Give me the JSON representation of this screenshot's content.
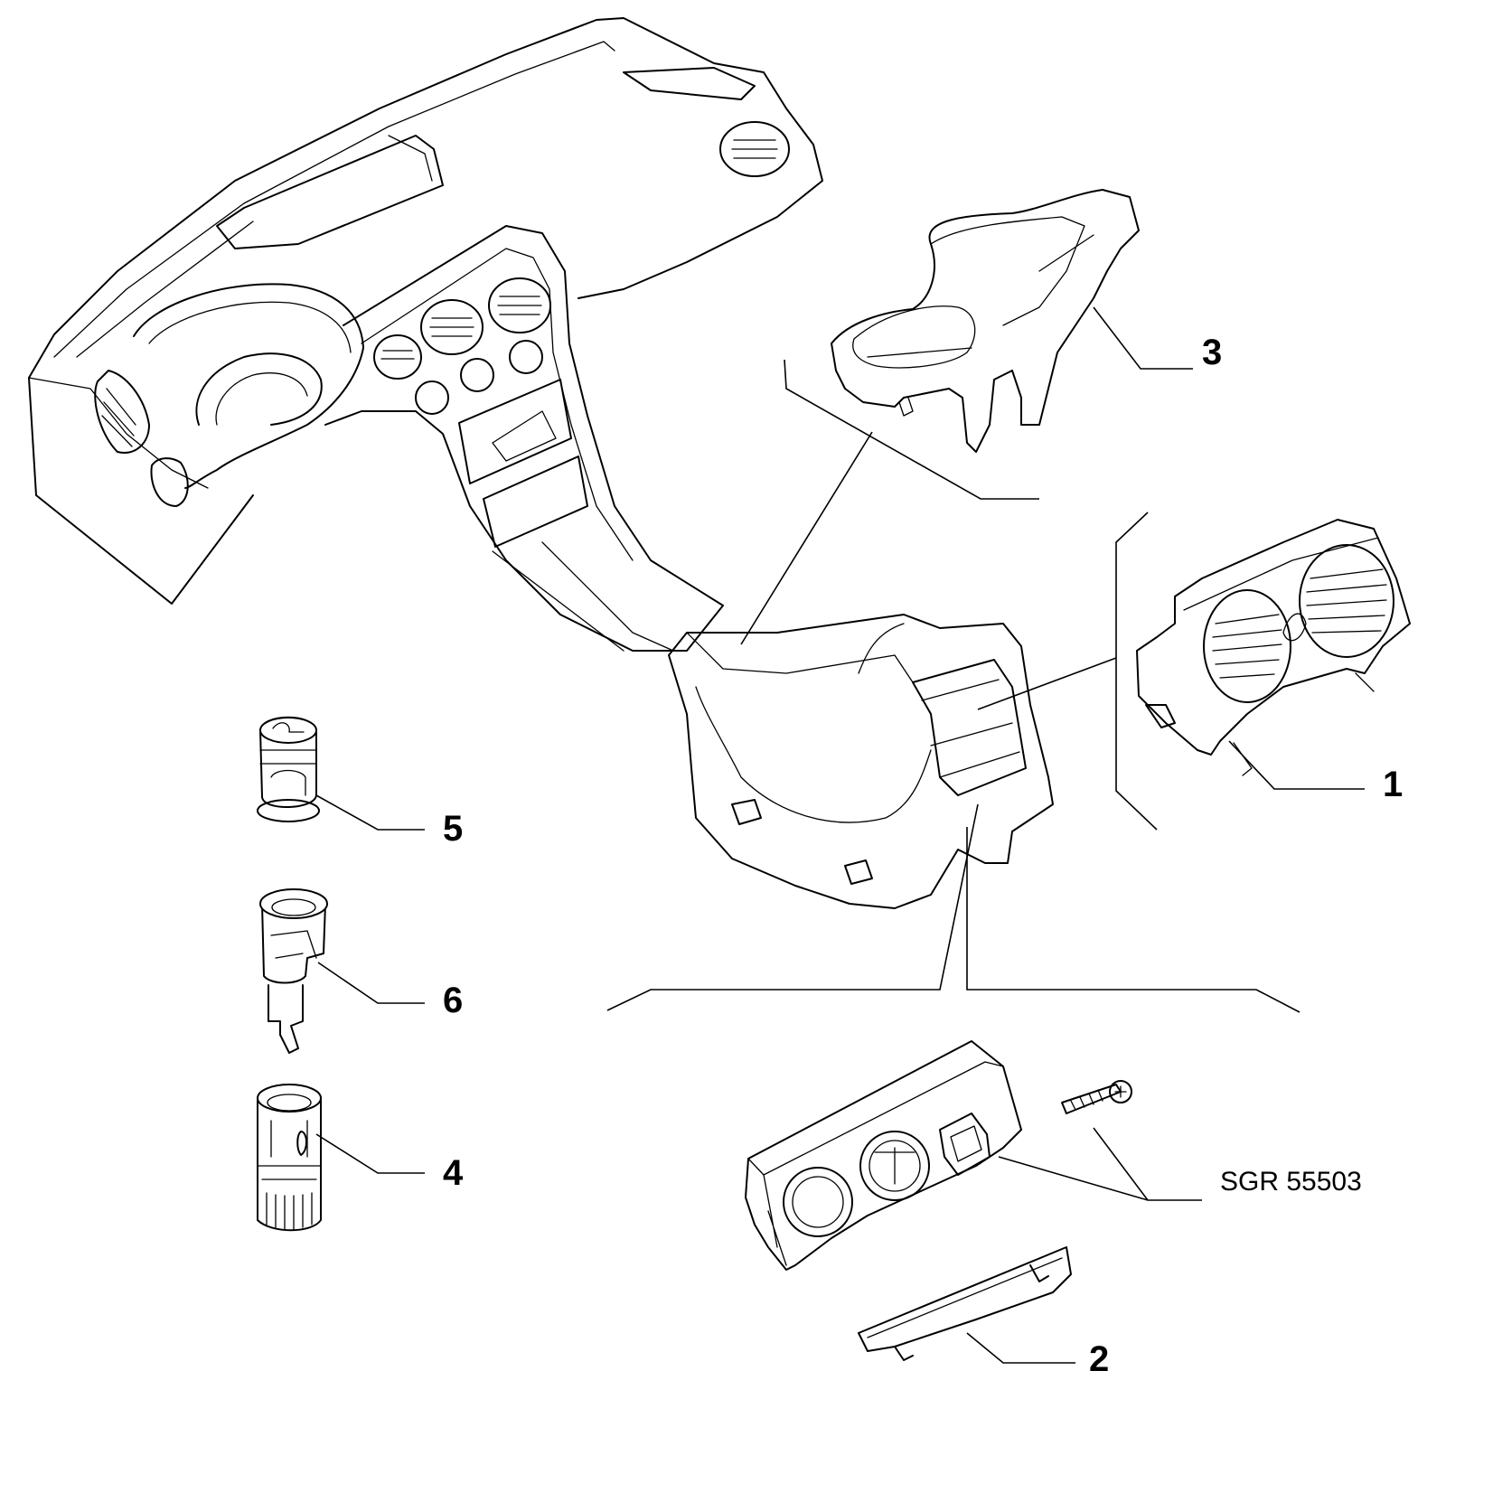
{
  "callouts": {
    "c1": "1",
    "c2": "2",
    "c3": "3",
    "c4": "4",
    "c5": "5",
    "c6": "6"
  },
  "reference": "SGR 55503"
}
